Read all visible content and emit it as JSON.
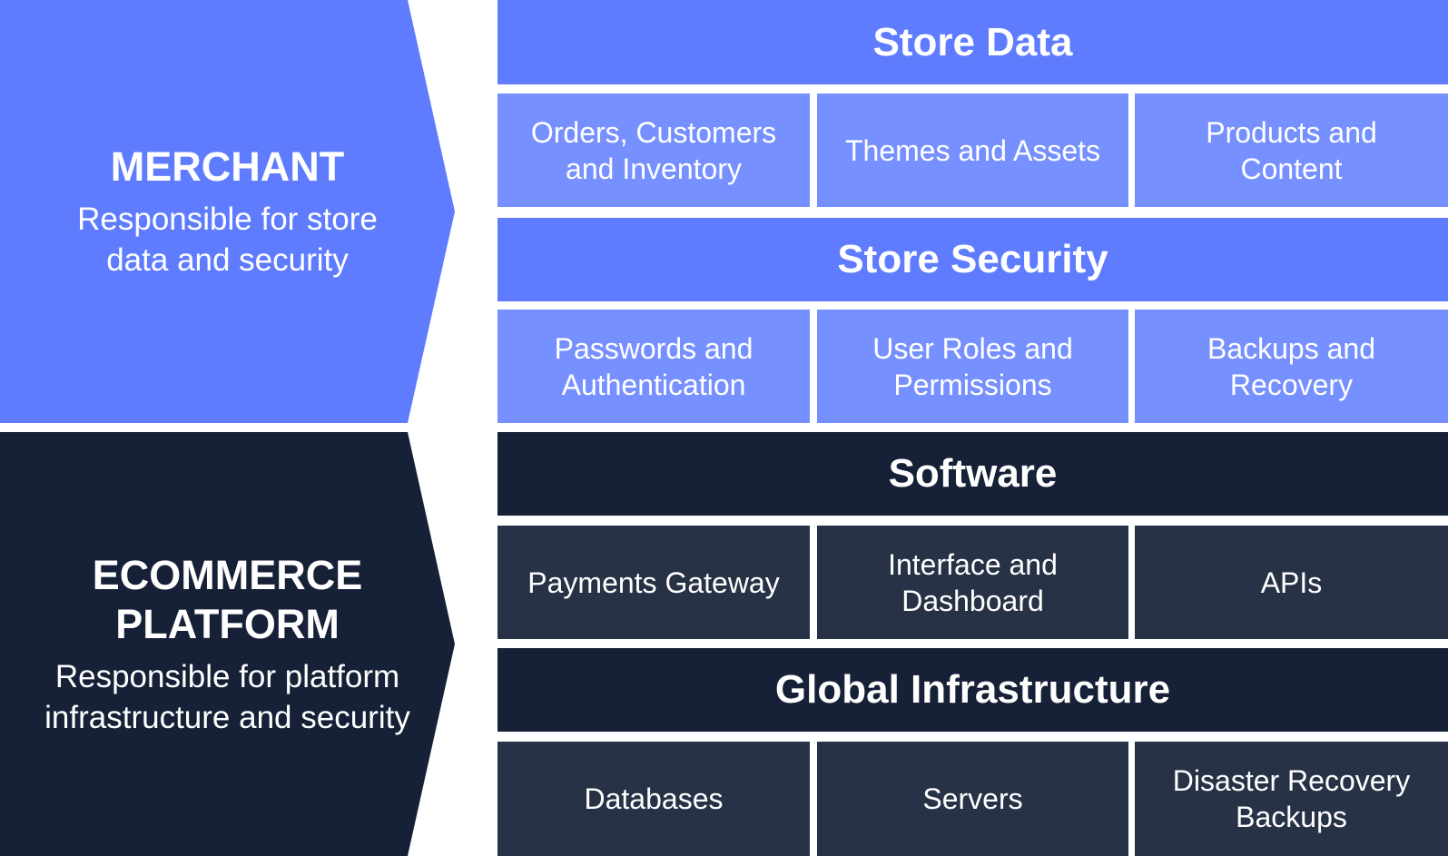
{
  "merchant": {
    "title": "MERCHANT",
    "subtitle": "Responsible for store data and security"
  },
  "platform": {
    "title": "ECOMMERCE PLATFORM",
    "subtitle": "Responsible for platform infrastructure and security"
  },
  "sections": [
    {
      "title": "Store Data",
      "items": [
        "Orders, Customers and Inventory",
        "Themes and Assets",
        "Products and Content"
      ]
    },
    {
      "title": "Store Security",
      "items": [
        "Passwords and Authentication",
        "User Roles and Permissions",
        "Backups and Recovery"
      ]
    },
    {
      "title": "Software",
      "items": [
        "Payments Gateway",
        "Interface and Dashboard",
        "APIs"
      ]
    },
    {
      "title": "Global Infrastructure",
      "items": [
        "Databases",
        "Servers",
        "Disaster Recovery Backups"
      ]
    }
  ],
  "colors": {
    "blue_header": "#5f7cff",
    "blue_cell": "#7790ff",
    "dark_header": "#162036",
    "dark_cell": "#283247"
  }
}
